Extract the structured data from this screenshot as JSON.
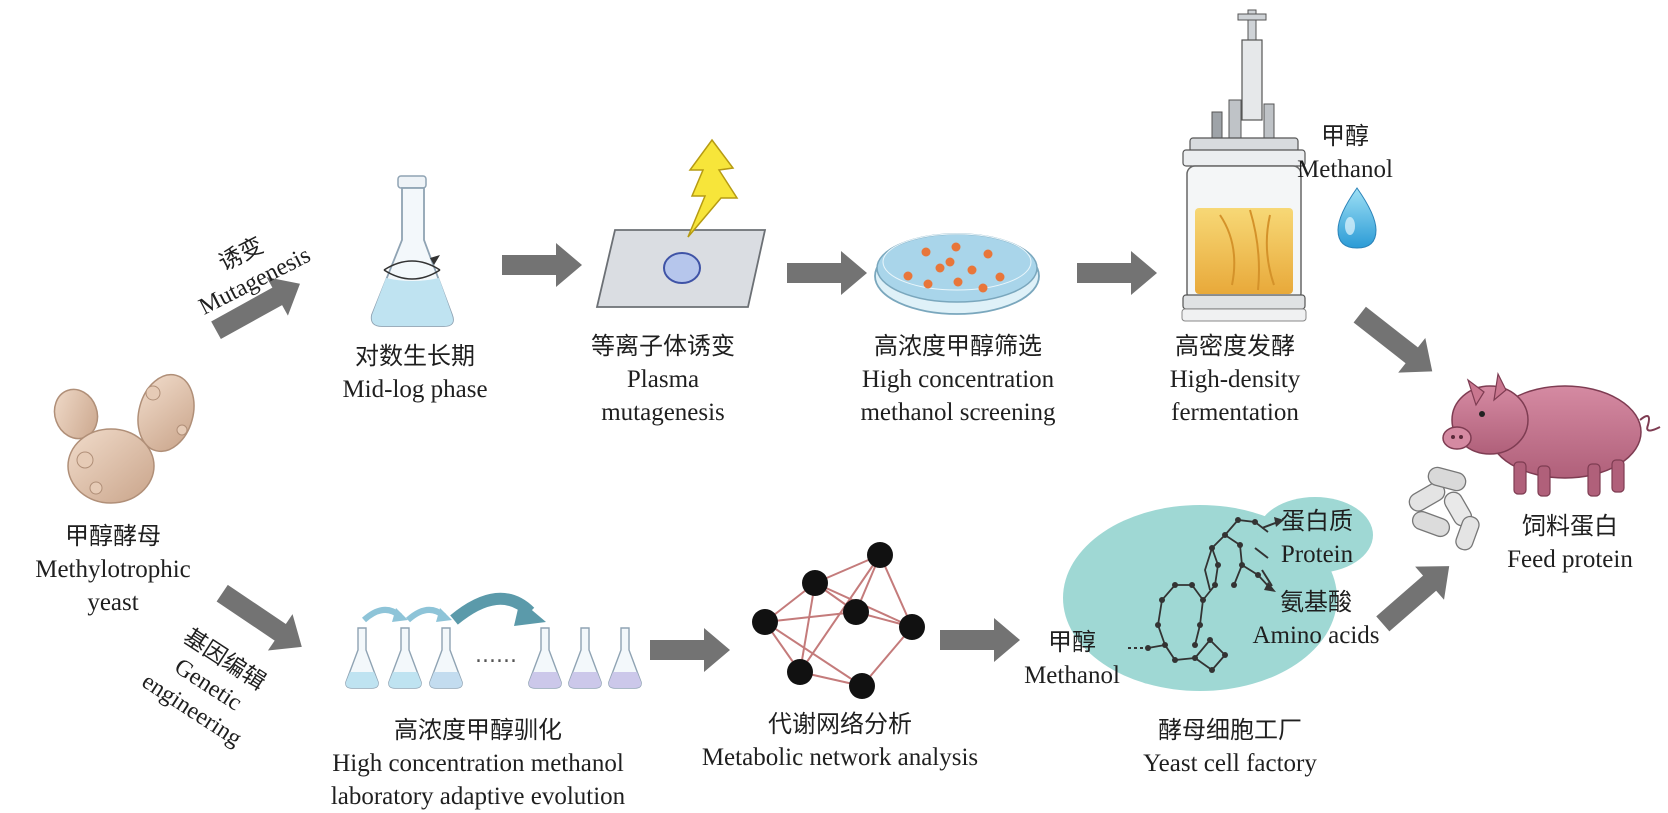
{
  "start": {
    "cn": "甲醇酵母",
    "en1": "Methylotrophic",
    "en2": "yeast"
  },
  "branch_top": {
    "cn": "诱变",
    "en": "Mutagenesis"
  },
  "branch_bottom": {
    "cn": "基因编辑",
    "en1": "Genetic",
    "en2": "engineering"
  },
  "top_steps": [
    {
      "cn": "对数生长期",
      "en1": "Mid-log phase",
      "en2": ""
    },
    {
      "cn": "等离子体诱变",
      "en1": "Plasma",
      "en2": "mutagenesis"
    },
    {
      "cn": "高浓度甲醇筛选",
      "en1": "High concentration",
      "en2": "methanol screening"
    },
    {
      "cn": "高密度发酵",
      "en1": "High-density",
      "en2": "fermentation"
    }
  ],
  "methanol_top": {
    "cn": "甲醇",
    "en": "Methanol"
  },
  "bottom_steps": [
    {
      "cn": "高浓度甲醇驯化",
      "en1": "High concentration methanol",
      "en2": "laboratory adaptive evolution"
    },
    {
      "cn": "代谢网络分析",
      "en1": "Metabolic network analysis",
      "en2": ""
    },
    {
      "cn": "酵母细胞工厂",
      "en1": "Yeast cell factory",
      "en2": ""
    }
  ],
  "factory": {
    "methanol": {
      "cn": "甲醇",
      "en": "Methanol"
    },
    "protein": {
      "cn": "蛋白质",
      "en": "Protein"
    },
    "amino": {
      "cn": "氨基酸",
      "en": "Amino acids"
    }
  },
  "end": {
    "cn": "饲料蛋白",
    "en": "Feed protein"
  },
  "dots": "......",
  "colors": {
    "arrow": "#737373",
    "teal": "#9fd8d4",
    "liquid": "#bfe3f1",
    "pig": "#c9768f",
    "colony": "#e8763a",
    "node": "#111111",
    "edge": "#c47b7b"
  }
}
